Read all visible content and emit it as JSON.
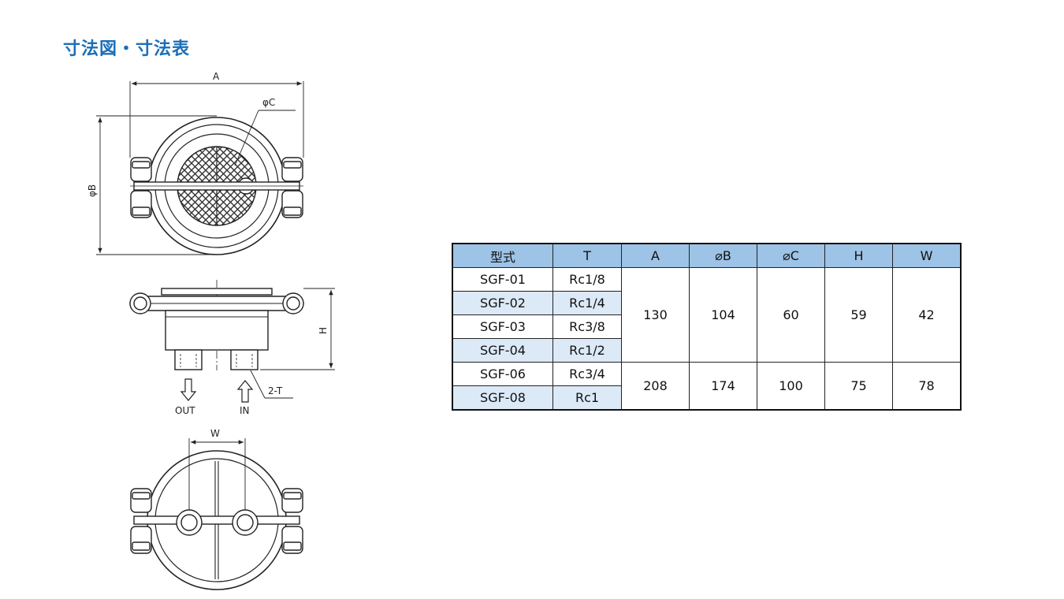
{
  "title": "寸法図・寸法表",
  "drawing_labels": {
    "dim_a": "A",
    "dim_b": "φB",
    "dim_c": "φC",
    "dim_h": "H",
    "dim_w": "W",
    "port_label": "2-T",
    "out_label": "OUT",
    "in_label": "IN"
  },
  "table": {
    "headers": [
      "型式",
      "T",
      "A",
      "⌀B",
      "⌀C",
      "H",
      "W"
    ],
    "groups": [
      {
        "rows": [
          {
            "model": "SGF-01",
            "t": "Rc1/8"
          },
          {
            "model": "SGF-02",
            "t": "Rc1/4"
          },
          {
            "model": "SGF-03",
            "t": "Rc3/8"
          },
          {
            "model": "SGF-04",
            "t": "Rc1/2"
          }
        ],
        "a": "130",
        "b": "104",
        "c": "60",
        "h": "59",
        "w": "42"
      },
      {
        "rows": [
          {
            "model": "SGF-06",
            "t": "Rc3/4"
          },
          {
            "model": "SGF-08",
            "t": "Rc1"
          }
        ],
        "a": "208",
        "b": "174",
        "c": "100",
        "h": "75",
        "w": "78"
      }
    ]
  },
  "colors": {
    "title": "#1b6fb8",
    "header_bg": "#9dc3e6",
    "row_shade": "#dce9f6"
  }
}
